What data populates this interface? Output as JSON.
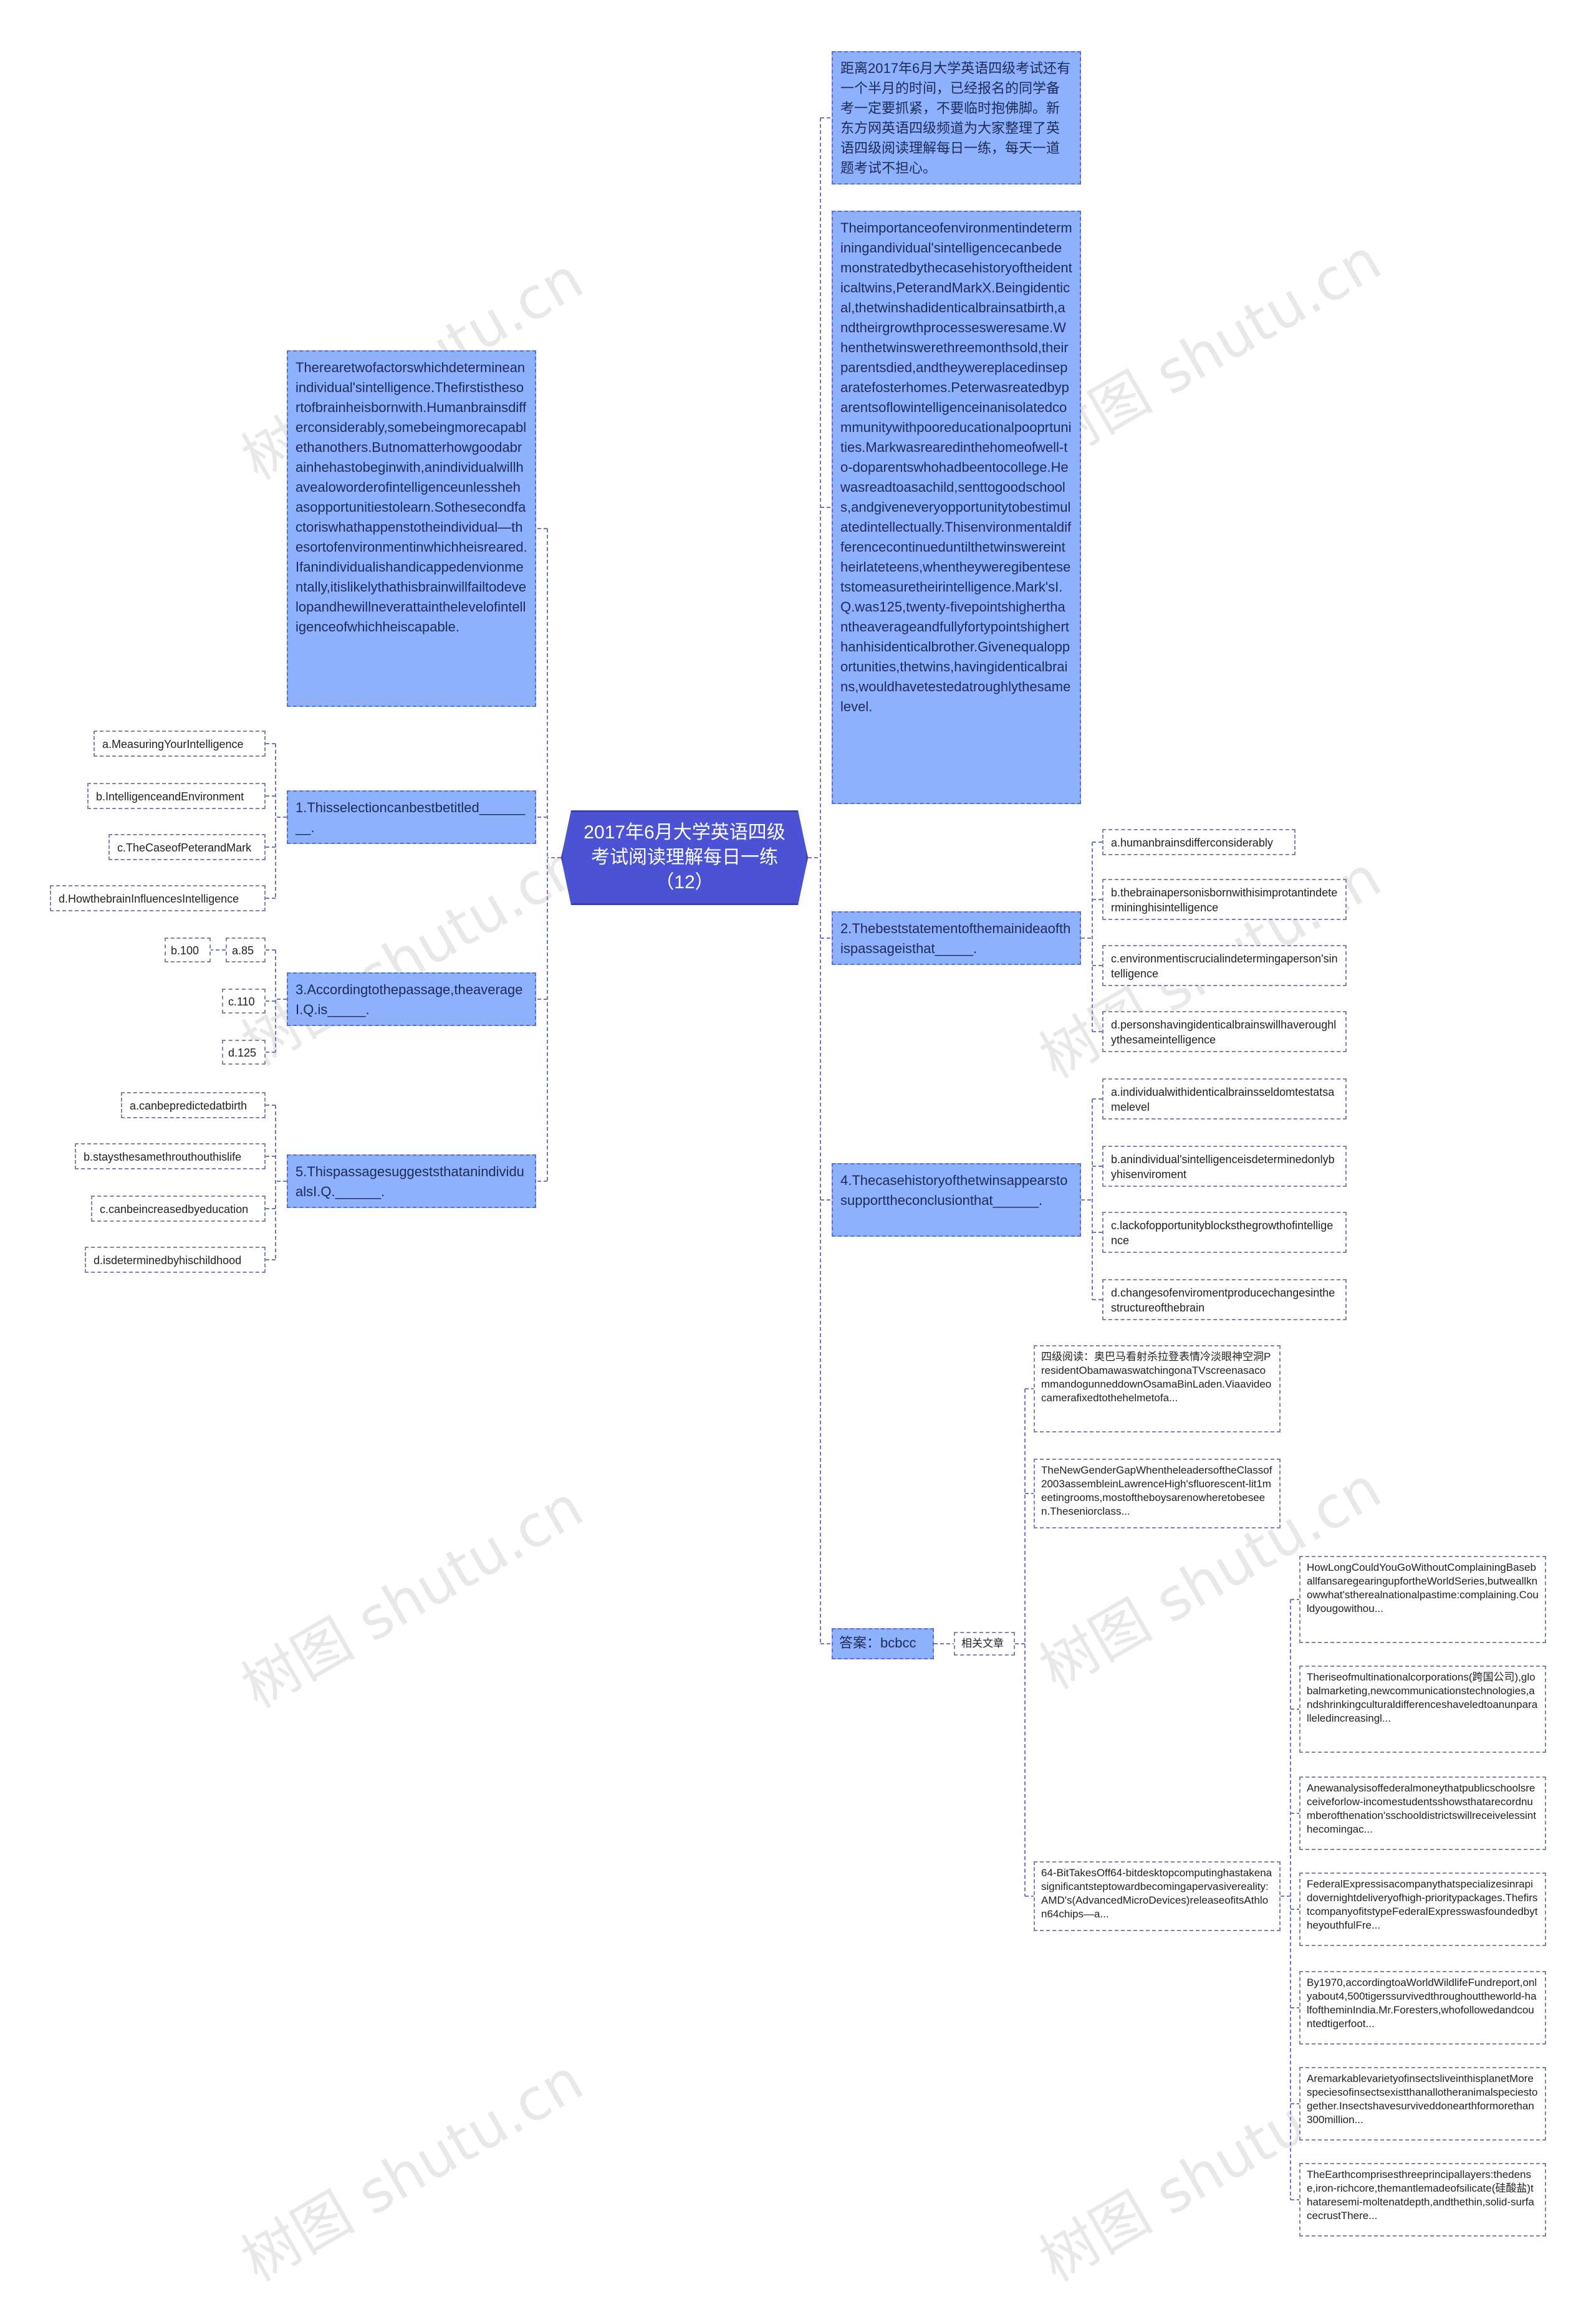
{
  "root": {
    "title": "2017年6月大学英语四级考试阅读理解每日一练（12）"
  },
  "right": {
    "intro": "距离2017年6月大学英语四级考试还有一个半月的时间，已经报名的同学备考一定要抓紧，不要临时抱佛脚。新东方网英语四级频道为大家整理了英语四级阅读理解每日一练，每天一道题考试不担心。",
    "passage2": "Theimportanceofenvironmentindeterminingandividual'sintelligencecanbedemonstratedbythecasehistoryoftheidenticaltwins,PeterandMarkX.Beingidentical,thetwinshadidenticalbrainsatbirth,andtheirgrowthprocessesweresame.Whenthetwinswerethreemonthsold,theirparentsdied,andtheywereplacedinseparatefosterhomes.Peterwasreatedbyparentsoflowintelligenceinanisolatedcommunitywithpooreducationalpooprtunities.Markwasrearedinthehomeofwell-to-doparentswhohadbeentocollege.Hewasreadtoasachild,senttogoodschools,andgiveneveryopportunitytobestimulatedintellectually.Thisenvironmentaldifferencecontinueduntilthetwinswereintheirlateteens,whentheyweregibentesetstomeasuretheirintelligence.Mark'sI.Q.was125,twenty-fivepointshigherthantheaverageandfullyfortypointshigherthanhisidenticalbrother.Givenequalopportunities,thetwins,havingidenticalbrains,wouldhavetestedatroughlythesamelevel.",
    "q2": {
      "label": "2.Thebeststatementofthemainideaofthispassageisthat_____.",
      "options": [
        "a.humanbrainsdifferconsiderably",
        "b.thebrainapersonisbornwithisimprotantindetermininghisintelligence",
        "c.environmentiscrucialindetermingaperson'sintelligence",
        "d.personshavingidenticalbrainswillhaveroughlythesameintelligence"
      ]
    },
    "q4": {
      "label": "4.Thecasehistoryofthetwinsappearstosupporttheconclusionthat______.",
      "options": [
        "a.individualwithidenticalbrainsseldomtestatsamelevel",
        "b.anindividual'sintelligenceisdeterminedonlybyhisenviroment",
        "c.lackofopportunityblocksthegrowthofintelligence",
        "d.changesofenviromentproducechangesinthestructureofthebrain"
      ]
    },
    "answer": "答案：bcbcc",
    "related_label": "相关文章",
    "related_a": [
      "四级阅读：奥巴马看射杀拉登表情冷淡眼神空洞PresidentObamawaswatchingonaTVscreenasacommandogunneddownOsamaBinLaden.Viaavideocamerafixedtothehelmetofa...",
      "TheNewGenderGapWhentheleadersoftheClassof2003assembleinLawrenceHigh'sfluorescent-lit1meetingrooms,mostoftheboysarenowheretobeseen.Theseniorclass...",
      "64-BitTakesOff64-bitdesktopcomputinghastakenasignificantsteptowardbecomingapervasivereality:AMD's(AdvancedMicroDevices)releaseofitsAthlon64chips—a..."
    ],
    "related_b": [
      "HowLongCouldYouGoWithoutComplainingBaseballfansaregearingupfortheWorldSeries,butweallknowwhat'sthereal​nationalpastime:complaining.Couldyougowithou...",
      "Theriseofmultinationalcorporations(跨国公司),globalmarketing,newcommunicationstechnologies,andshrinkingculturaldifferenceshaveledtoanunparalleledincreasingl...",
      "Anewanalysisoffederalmoneythatpublicschoolsreceiveforlow-incomestudentsshowsthatarecordnumberofthenation'sschooldistrictswillreceivelessinthecomingac...",
      "FederalExpressisacompanythatspecializesinrapidovernightdeliveryofhigh-prioritypackages.ThefirstcompanyofitstypeFederalExpresswasfoundedbytheyouthfulFre...",
      "By1970,accordingtoaWorldWildlifeFundreport,onlyabout4,500tigerssurvivedthroughouttheworld-halfoftheminIndia.Mr.Foresters,whofollowedandcountedtigerfoot...",
      "AremarkablevarietyofinsectsliveinthisplanetMorespeciesofinsectsexistthanallotheranimalspeciestogether.Insectshavesurviveddonearthformorethan300million...",
      "TheEarthcomprisesthreeprincipallayers:thedense,iron-richcore,themantlemadeofsilicate(硅酸盐)thataresemi-moltenatdepth,andthethin,solid-surfacecrustThere..."
    ]
  },
  "left": {
    "passage1": "Therearetwofactorswhichdetermineanindividual'sintelligence.Thefirstisthesortofbrainheisbornwith.Humanbrainsdifferconsiderably,somebeingmorecapablethanothers.Butnomatterhowgoodabrainhehastobeginwith,anindividualwillhavealoworderofintelligenceunlesshehasopportunitiestolearn.Sothesecondfactoriswhathappenstotheindividual—thesortofenvironmentinwhichheisreared.Ifanindividualishandicappedenvionmentally,itislikelythathisbrainwillfailtodevelopandhewillneverattainthelevelofintelligenceofwhichheiscapable.",
    "q1": {
      "label": "1.Thisselectioncanbestbetitled________.",
      "options": [
        "a.MeasuringYourIntelligence",
        "b.IntelligenceandEnvironment",
        "c.TheCaseofPeterandMark",
        "d.HowthebrainInfluencesIntelligence"
      ]
    },
    "q3": {
      "label": "3.Accordingtothepassage,theaverageI.Q.is_____.",
      "options": [
        "a.85",
        "b.100",
        "c.110",
        "d.125"
      ]
    },
    "q5": {
      "label": "5.ThispassagesuggeststhatanindividualsI.Q.______.",
      "options": [
        "a.canbepredictedatbirth",
        "b.staysthesamethrouthouthislife",
        "c.canbeincreasedbyeducation",
        "d.isdeterminedbyhischildhood"
      ]
    }
  },
  "watermark": "树图 shutu.cn",
  "colors": {
    "root": "#4b52d3",
    "topic": "#8db1fc",
    "line": "#6f78c8"
  }
}
